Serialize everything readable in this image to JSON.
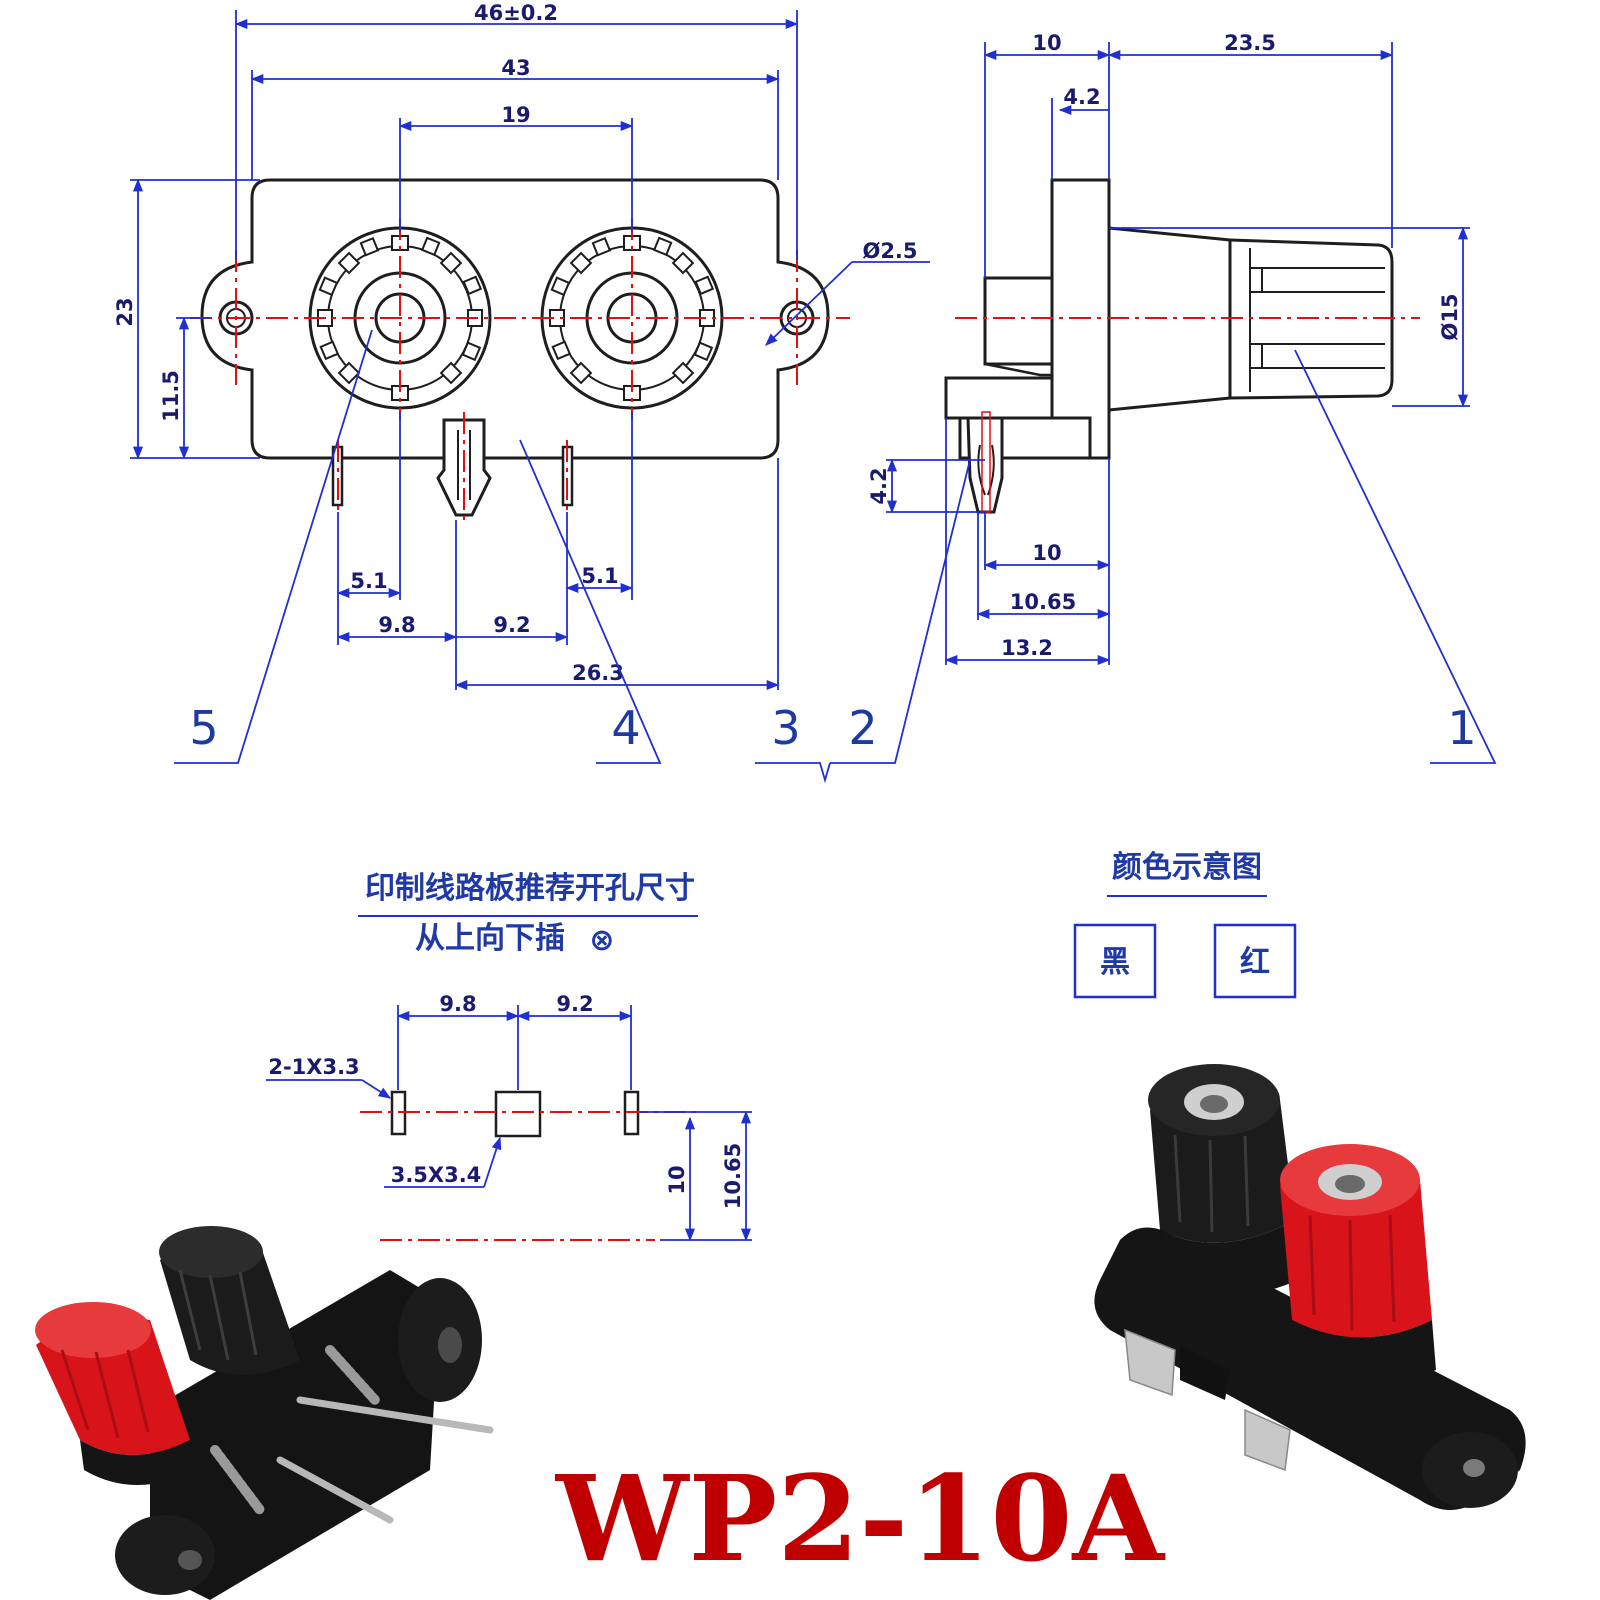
{
  "colors": {
    "outline": "#1e1e1e",
    "dimension": "#1f2fd0",
    "centerline": "#e01010",
    "text": "#1a1a6e",
    "model": "#c00000",
    "black_post": "#1c1c1c",
    "red_post": "#d8141a"
  },
  "front_view": {
    "dim_overall": "46±0.2",
    "dim_body": "43",
    "dim_post_spacing": "19",
    "dim_height": "23",
    "dim_center_height": "11.5",
    "dim_hole": "Ø2.5",
    "dim_pin_offset_left": "5.1",
    "dim_pin_offset_right": "5.1",
    "dim_pin_left": "9.8",
    "dim_pin_right": "9.2",
    "dim_clip_to_edge": "26.3"
  },
  "side_view": {
    "dim_flange": "10",
    "dim_post_length": "23.5",
    "dim_flange_thickness": "4.2",
    "dim_post_diameter": "Ø15",
    "dim_clip_height": "4.2",
    "dim_pin_a": "10",
    "dim_pin_b": "10.65",
    "dim_pin_c": "13.2"
  },
  "callouts": [
    "1",
    "2",
    "3",
    "4",
    "5"
  ],
  "pcb": {
    "title": "印制线路板推荐开孔尺寸",
    "subtitle": "从上向下插",
    "direction_symbol": "⊗",
    "dim_left": "9.8",
    "dim_right": "9.2",
    "slot_label": "2-1X3.3",
    "square_label": "3.5X3.4",
    "dim_v_a": "10",
    "dim_v_b": "10.65"
  },
  "color_legend": {
    "title": "颜色示意图",
    "black": "黑",
    "red": "红"
  },
  "model": "WP2-10A"
}
